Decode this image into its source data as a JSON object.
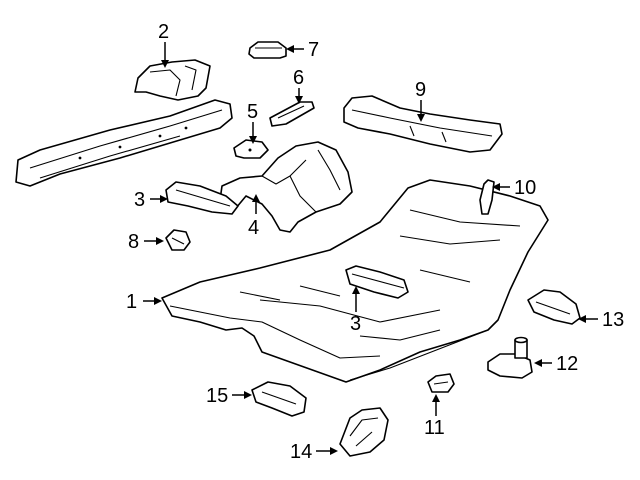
{
  "diagram": {
    "callouts": [
      {
        "id": "1",
        "text": "1"
      },
      {
        "id": "2",
        "text": "2"
      },
      {
        "id": "3a",
        "text": "3"
      },
      {
        "id": "3b",
        "text": "3"
      },
      {
        "id": "4",
        "text": "4"
      },
      {
        "id": "5",
        "text": "5"
      },
      {
        "id": "6",
        "text": "6"
      },
      {
        "id": "7",
        "text": "7"
      },
      {
        "id": "8",
        "text": "8"
      },
      {
        "id": "9",
        "text": "9"
      },
      {
        "id": "10",
        "text": "10"
      },
      {
        "id": "11",
        "text": "11"
      },
      {
        "id": "12",
        "text": "12"
      },
      {
        "id": "13",
        "text": "13"
      },
      {
        "id": "14",
        "text": "14"
      },
      {
        "id": "15",
        "text": "15"
      }
    ]
  }
}
